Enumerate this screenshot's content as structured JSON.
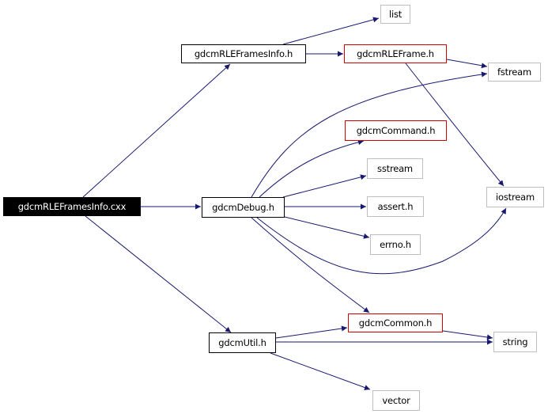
{
  "diagram": {
    "type": "include-dependency-graph",
    "colors": {
      "edge": "#191970",
      "root_fill": "#000000",
      "local_border": "#000000",
      "documented_border": "#d40000",
      "system_border": "#bfbfbf"
    },
    "nodes": [
      {
        "id": "root",
        "label": "gdcmRLEFramesInfo.cxx",
        "kind": "root"
      },
      {
        "id": "rlefi_h",
        "label": "gdcmRLEFramesInfo.h",
        "kind": "local"
      },
      {
        "id": "list",
        "label": "list",
        "kind": "sys"
      },
      {
        "id": "rleframe_h",
        "label": "gdcmRLEFrame.h",
        "kind": "red"
      },
      {
        "id": "fstream",
        "label": "fstream",
        "kind": "sys"
      },
      {
        "id": "command_h",
        "label": "gdcmCommand.h",
        "kind": "red"
      },
      {
        "id": "sstream",
        "label": "sstream",
        "kind": "sys"
      },
      {
        "id": "debug_h",
        "label": "gdcmDebug.h",
        "kind": "local"
      },
      {
        "id": "assert_h",
        "label": "assert.h",
        "kind": "sys"
      },
      {
        "id": "iostream",
        "label": "iostream",
        "kind": "sys"
      },
      {
        "id": "errno_h",
        "label": "errno.h",
        "kind": "sys"
      },
      {
        "id": "common_h",
        "label": "gdcmCommon.h",
        "kind": "red"
      },
      {
        "id": "util_h",
        "label": "gdcmUtil.h",
        "kind": "local"
      },
      {
        "id": "string",
        "label": "string",
        "kind": "sys"
      },
      {
        "id": "vector",
        "label": "vector",
        "kind": "sys"
      }
    ],
    "edges": [
      {
        "from": "root",
        "to": "rlefi_h"
      },
      {
        "from": "root",
        "to": "debug_h"
      },
      {
        "from": "root",
        "to": "util_h"
      },
      {
        "from": "rlefi_h",
        "to": "list"
      },
      {
        "from": "rlefi_h",
        "to": "rleframe_h"
      },
      {
        "from": "rleframe_h",
        "to": "fstream"
      },
      {
        "from": "rleframe_h",
        "to": "iostream"
      },
      {
        "from": "debug_h",
        "to": "fstream"
      },
      {
        "from": "debug_h",
        "to": "command_h"
      },
      {
        "from": "debug_h",
        "to": "sstream"
      },
      {
        "from": "debug_h",
        "to": "assert_h"
      },
      {
        "from": "debug_h",
        "to": "errno_h"
      },
      {
        "from": "debug_h",
        "to": "iostream"
      },
      {
        "from": "debug_h",
        "to": "common_h"
      },
      {
        "from": "util_h",
        "to": "common_h"
      },
      {
        "from": "util_h",
        "to": "string"
      },
      {
        "from": "util_h",
        "to": "vector"
      },
      {
        "from": "common_h",
        "to": "string"
      }
    ]
  }
}
